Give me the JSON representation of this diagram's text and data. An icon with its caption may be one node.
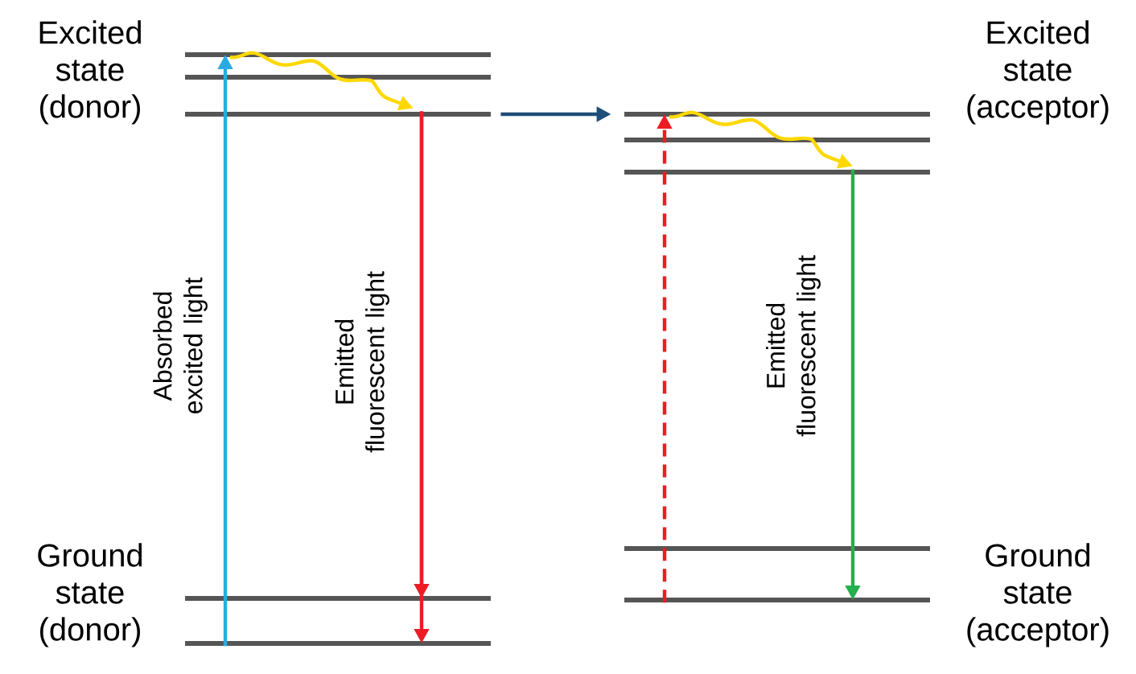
{
  "diagram": {
    "nodes": [
      {
        "text": [
          "Excited state (donor)"
        ]
      },
      {
        "text": [
          "Excited state (acceptor)"
        ]
      },
      {
        "text": [
          "Ground state (donor)"
        ]
      },
      {
        "text": [
          "Ground state (acceptor)"
        ]
      },
      {
        "text": [],
        "shape": "bar"
      },
      {
        "text": [],
        "shape": "bar"
      },
      {
        "text": [],
        "shape": "bar"
      },
      {
        "text": [],
        "shape": "bar"
      },
      {
        "text": [],
        "shape": "bar"
      },
      {
        "text": [],
        "shape": "bar"
      },
      {
        "text": [],
        "shape": "bar"
      },
      {
        "text": [],
        "shape": "bar"
      },
      {
        "text": [],
        "shape": "bar"
      },
      {
        "text": [],
        "shape": "bar"
      }
    ],
    "edges": [
      {
        "from": 8,
        "to": 4,
        "arrow": "to",
        "color": "#29abe2",
        "label": "Absorbed excited light"
      },
      {
        "from": 4,
        "to": 6,
        "arrow": "to",
        "color": "#ffd800"
      },
      {
        "from": 6,
        "to": 7,
        "arrow": "to",
        "color": "#ed1c24"
      },
      {
        "from": 6,
        "to": 8,
        "arrow": "to",
        "color": "#ed1c24",
        "label": "Emitted fluorescent light"
      },
      {
        "from": 6,
        "to": 9,
        "arrow": "to",
        "color": "#1f4e79"
      },
      {
        "from": 13,
        "to": 9,
        "arrow": "to",
        "color": "#ed1c24",
        "style": "dashed"
      },
      {
        "from": 9,
        "to": 11,
        "arrow": "to",
        "color": "#ffd800"
      },
      {
        "from": 11,
        "to": 13,
        "arrow": "to",
        "color": "#22b14c",
        "label": "Emitted fluorescent light"
      }
    ]
  }
}
